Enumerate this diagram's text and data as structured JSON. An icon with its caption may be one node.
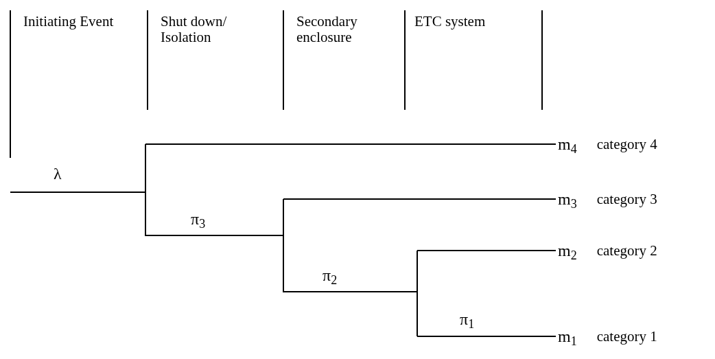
{
  "diagram": {
    "nodes": [
      {
        "text": [
          "m$_{4}$"
        ],
        "beside": [
          "category 4"
        ]
      },
      {
        "text": [
          "m$_{3}$"
        ],
        "beside": [
          "category 3"
        ]
      },
      {
        "text": [
          "m$_{2}$"
        ],
        "beside": [
          "category 2"
        ]
      },
      {
        "text": [
          "m$_{1}$"
        ],
        "beside": [
          "category 1"
        ]
      }
    ],
    "edges": [
      {
        "from": null,
        "to": 0,
        "arrow": "none"
      },
      {
        "from": null,
        "to": 1,
        "arrow": "none"
      },
      {
        "from": null,
        "to": 2,
        "arrow": "none"
      },
      {
        "from": null,
        "to": 3,
        "arrow": "none"
      }
    ],
    "labels": [
      "Initiating Event",
      "Shut down/ Isolation",
      "Secondary enclosure",
      "ETC system",
      "λ",
      "π$_{3}$",
      "π$_{2}$",
      "π$_{1}$"
    ]
  }
}
